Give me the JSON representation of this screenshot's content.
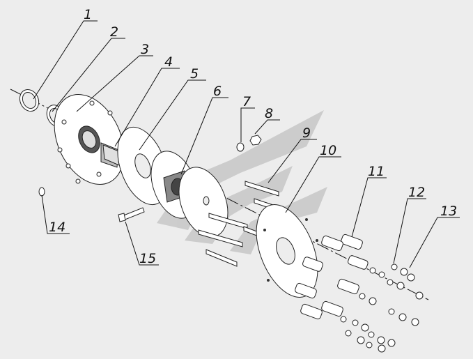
{
  "colors": {
    "background": "#ededed",
    "watermark": "#c7c7c7",
    "ink": "#111111",
    "part_fill": "#ffffff"
  },
  "watermark_icon": "stylized-double-s-logo-watermark",
  "callouts": [
    {
      "id": "1",
      "label": "1"
    },
    {
      "id": "2",
      "label": "2"
    },
    {
      "id": "3",
      "label": "3"
    },
    {
      "id": "4",
      "label": "4"
    },
    {
      "id": "5",
      "label": "5"
    },
    {
      "id": "6",
      "label": "6"
    },
    {
      "id": "7",
      "label": "7"
    },
    {
      "id": "8",
      "label": "8"
    },
    {
      "id": "9",
      "label": "9"
    },
    {
      "id": "10",
      "label": "10"
    },
    {
      "id": "11",
      "label": "11"
    },
    {
      "id": "12",
      "label": "12"
    },
    {
      "id": "13",
      "label": "13"
    },
    {
      "id": "14",
      "label": "14"
    },
    {
      "id": "15",
      "label": "15"
    }
  ]
}
